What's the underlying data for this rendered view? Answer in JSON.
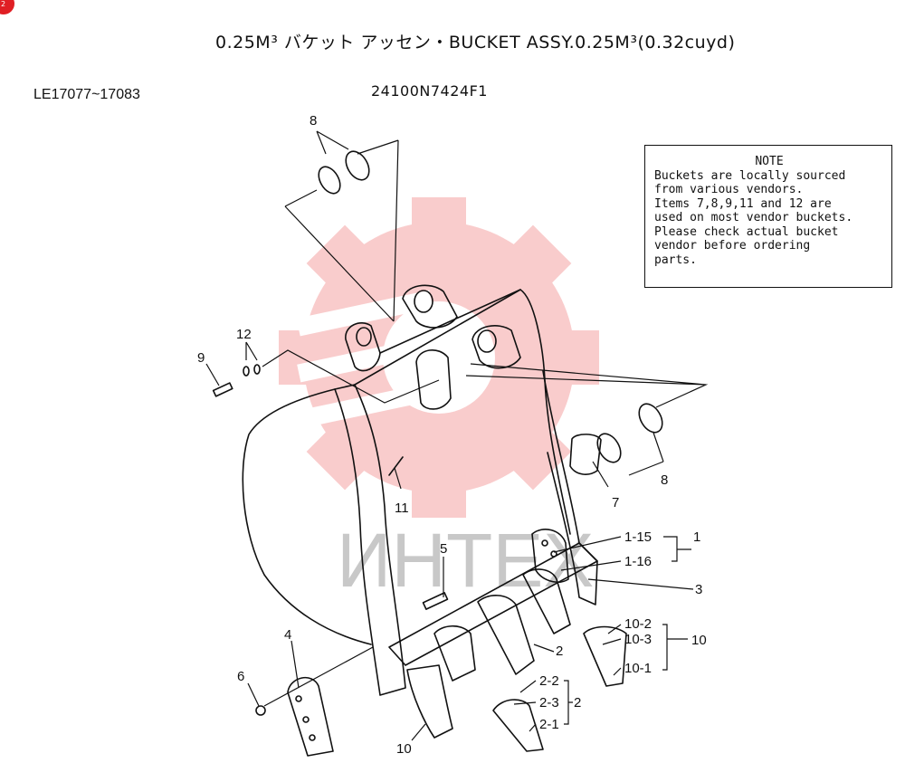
{
  "header": {
    "title": "0.25M³ バケット アッセン・BUCKET ASSY.0.25M³(0.32cuyd)",
    "serial_range": "LE17077~17083",
    "part_number": "24100N7424F1"
  },
  "corner_badge": {
    "text": "2",
    "color": "#e01f24"
  },
  "note": {
    "title": "NOTE",
    "lines": [
      "Buckets are locally sourced",
      "from various vendors.",
      "Items 7,8,9,11 and 12 are",
      "used on most vendor buckets.",
      "Please check actual bucket",
      "vendor before ordering",
      "parts."
    ]
  },
  "watermark": {
    "text": "ИНТЕХ",
    "color": "#e83a3a"
  },
  "callouts": {
    "c8_top": "8",
    "c8_right": "8",
    "c12": "12",
    "c9": "9",
    "c11": "11",
    "c7": "7",
    "c5": "5",
    "c4": "4",
    "c6": "6",
    "c10_bottom": "10",
    "c2": "2",
    "c3": "3",
    "c1": "1",
    "c1_15": "1-15",
    "c1_16": "1-16",
    "c10_group": "10",
    "c10_2": "10-2",
    "c10_3": "10-3",
    "c10_1": "10-1",
    "c2_group": "2",
    "c2_2": "2-2",
    "c2_3": "2-3",
    "c2_1": "2-1"
  }
}
